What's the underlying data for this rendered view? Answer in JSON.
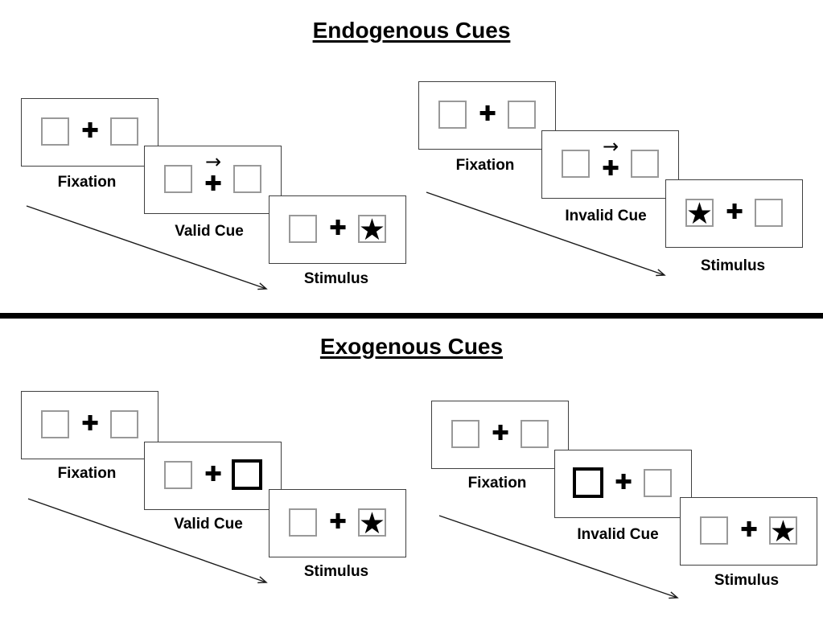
{
  "sections": {
    "endogenous": {
      "title": "Endogenous Cues",
      "valid": {
        "fixation": "Fixation",
        "cue": "Valid Cue",
        "stimulus": "Stimulus"
      },
      "invalid": {
        "fixation": "Fixation",
        "cue": "Invalid Cue",
        "stimulus": "Stimulus"
      }
    },
    "exogenous": {
      "title": "Exogenous Cues",
      "valid": {
        "fixation": "Fixation",
        "cue": "Valid Cue",
        "stimulus": "Stimulus"
      },
      "invalid": {
        "fixation": "Fixation",
        "cue": "Invalid Cue",
        "stimulus": "Stimulus"
      }
    }
  },
  "icons": {
    "fixation_cross": "✚",
    "star": "★",
    "cue_arrow": "→"
  },
  "colors": {
    "ink": "#000000",
    "panel_border": "#3f3f3f",
    "box_border": "#999999",
    "highlight_border": "#000000"
  }
}
